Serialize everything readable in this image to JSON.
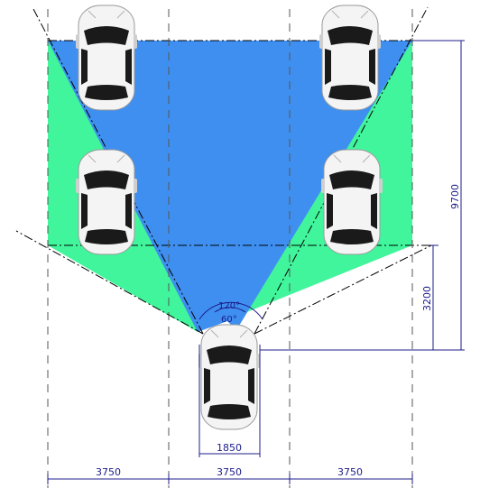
{
  "colors": {
    "narrow_zone": "#3f8ff0",
    "wide_zone": "#41f59c",
    "dimension_line": "#1c1c8a",
    "lane_line": "#555555",
    "car_body": "#f2f2f2",
    "car_glass": "#1a1a1a"
  },
  "angles": {
    "wide": "120°",
    "narrow": "60°"
  },
  "dimensions": {
    "lane_width_1": "3750",
    "lane_width_2": "3750",
    "lane_width_3": "3750",
    "car_width": "1850",
    "near_distance": "3200",
    "far_distance": "9700"
  }
}
